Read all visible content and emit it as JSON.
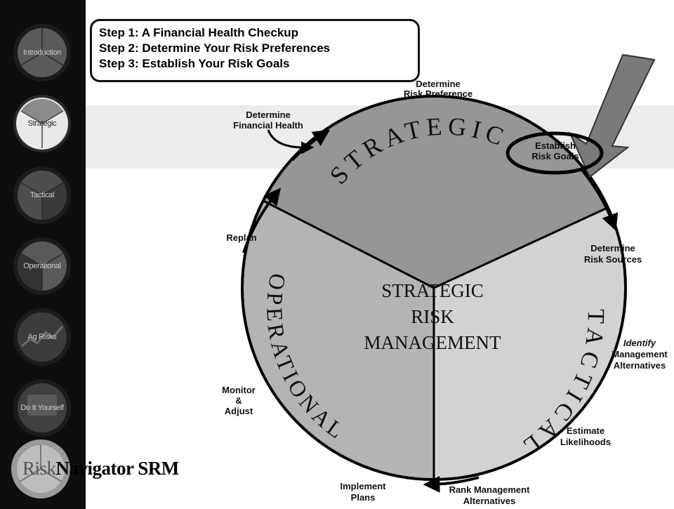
{
  "sidebar": {
    "items": [
      {
        "label": "Introduction"
      },
      {
        "label": "Strategic"
      },
      {
        "label": "Tactical"
      },
      {
        "label": "Operational"
      },
      {
        "label": "Ag Risks"
      },
      {
        "label": "Do It Yourself"
      }
    ]
  },
  "steps": [
    "Step 1: A Financial Health Checkup",
    "Step 2: Determine Your Risk Preferences",
    "Step 3: Establish Your Risk Goals"
  ],
  "diagram": {
    "center_lines": [
      "STRATEGIC",
      "RISK",
      "MANAGEMENT"
    ],
    "segments": {
      "strategic": "STRATEGIC",
      "tactical": "TACTICAL",
      "operational": "OPERATIONAL"
    },
    "labels": {
      "determine_financial_health": [
        "Determine",
        "Financial Health"
      ],
      "determine_risk_preference": [
        "Determine",
        "Risk Preference"
      ],
      "establish_risk_goals": [
        "Establish",
        "Risk Goals"
      ],
      "determine_risk_sources": [
        "Determine",
        "Risk Sources"
      ],
      "identify_management_alternatives": [
        "Identify",
        "Management",
        "Alternatives"
      ],
      "estimate_likelihoods": [
        "Estimate",
        "Likelihoods"
      ],
      "rank_management_alternatives": [
        "Rank Management",
        "Alternatives"
      ],
      "implement_plans": [
        "Implement",
        "Plans"
      ],
      "monitor_adjust": [
        "Monitor",
        "&",
        "Adjust"
      ],
      "replan": [
        "Replan"
      ]
    }
  },
  "brand": {
    "risk": "Risk",
    "navigator": "Navigator SRM"
  },
  "colors": {
    "strategic": "#969696",
    "operational": "#b4b4b4",
    "tactical": "#d2d2d2",
    "arrow": "#7a7a7a"
  }
}
